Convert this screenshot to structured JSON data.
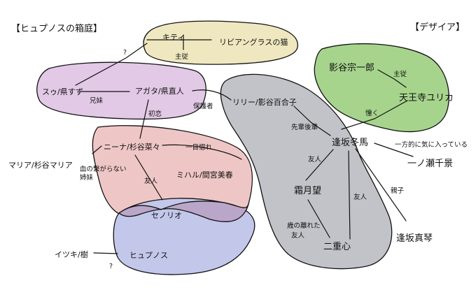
{
  "titles": {
    "left": "【ヒュプノスの箱庭】",
    "right": "【デザイア】"
  },
  "colors": {
    "kitty_group": "#efe7bf",
    "sumire_group": "#e2c9e6",
    "nina_group": "#efc6c6",
    "hypnos_group": "#c3c7ea",
    "nina_hypnos_overlap": "#b9a6c8",
    "lily_group": "#c2c2c9",
    "kageya_group": "#a6d48c",
    "outline": "#111111"
  },
  "nodes": {
    "kitty": "キティ",
    "lib_cat": "リビアングラスの猫",
    "sumire": "スゥ/県すず",
    "agata": "アガタ/県直人",
    "lily": "リリー/影谷百合子",
    "kageya": "影谷宗一郎",
    "tennoji": "天王寺ユリカ",
    "nina": "ニーナ/杉谷菜々",
    "maria": "マリア/杉谷マリア",
    "miharu": "ミハル/間宮美春",
    "senorio": "セノリオ",
    "itsuki": "イツキ/樹",
    "hypnos": "ヒュプノス",
    "tohma": "逢坂冬馬",
    "ichinose": "一ノ瀬千景",
    "soumoku": "霜月望",
    "nijyu": "二重心",
    "kotoha": "逢坂真琴"
  },
  "edges": {
    "master_servant_1": "主従",
    "unknown_1": "?",
    "siblings": "兄妹",
    "guardian": "保護者",
    "first_love": "初恋",
    "master_servant_2": "主従",
    "longing": "憧く",
    "senior_junior": "先輩後輩",
    "one_sided": "一方的に気に入っている",
    "love_at_first_sight": "一目惚れ",
    "blood_sisters_1": "血の繋がらない",
    "blood_sisters_2": "姉妹",
    "friend_1": "友人",
    "friend_2": "友人",
    "friend_3": "友人",
    "parent_child": "親子",
    "age_gap_1": "歳の離れた",
    "age_gap_2": "友人",
    "unknown_2": "?"
  }
}
